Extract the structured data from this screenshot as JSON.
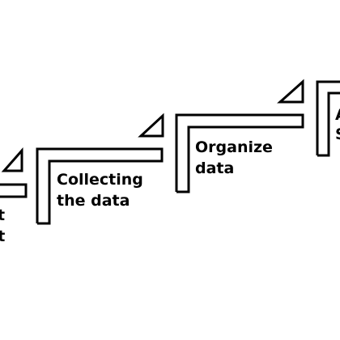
{
  "steps": [
    {
      "id": "step-1",
      "label_lines": [
        "t",
        "ct"
      ]
    },
    {
      "id": "step-2",
      "label_lines": [
        "Collecting",
        "the data"
      ]
    },
    {
      "id": "step-3",
      "label_lines": [
        "Organize",
        "data"
      ]
    },
    {
      "id": "step-4",
      "label_lines": [
        "A",
        "S",
        ""
      ]
    }
  ],
  "colors": {
    "stroke": "#000000",
    "background": "#ffffff"
  }
}
